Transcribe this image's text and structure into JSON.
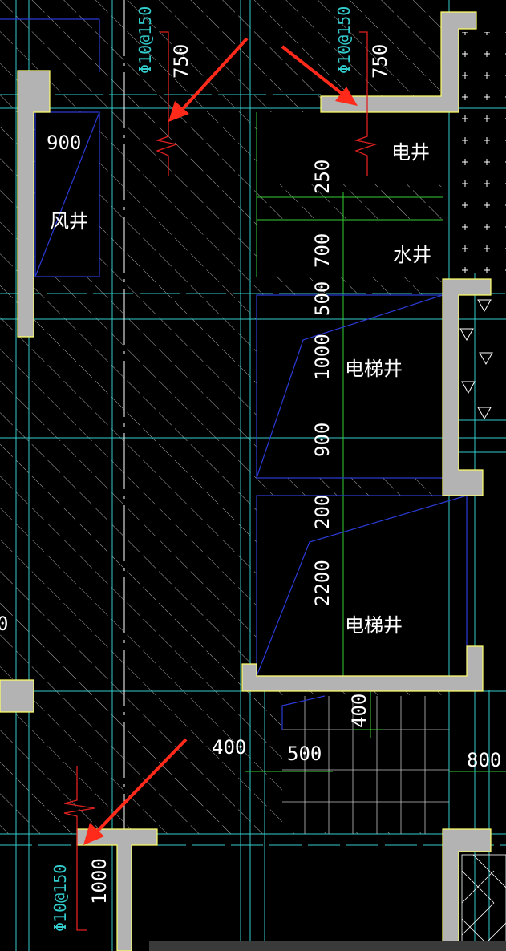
{
  "drawing": {
    "rebar_spec": "Φ10@150",
    "rooms": {
      "air_shaft": "风井",
      "electric_shaft": "电井",
      "water_shaft": "水井",
      "elevator_shaft": "电梯井"
    },
    "dimensions": {
      "rebar_len_750": "750",
      "rebar_len_1000": "1000",
      "air_shaft_width": "900",
      "dim_250": "250",
      "dim_700": "700",
      "dim_500": "500",
      "dim_1000": "1000",
      "dim_900": "900",
      "dim_200": "200",
      "dim_2200": "2200",
      "dim_400_horizontal": "400",
      "dim_400_vertical": "400",
      "dim_500_bottom": "500",
      "dim_800": "800",
      "edge_partial": "0"
    },
    "colors": {
      "background": "#000000",
      "wall_fill": "#b3b3b3",
      "wall_edge": "#ffff66",
      "hatch": "#d9d9d9",
      "grid_cyan": "#33cccc",
      "shaft_blue": "#2b3bd8",
      "dim_green": "#33cc33",
      "rebar_red": "#e02020",
      "arrow_red": "#ff2a1a",
      "text_white": "#ffffff"
    }
  }
}
